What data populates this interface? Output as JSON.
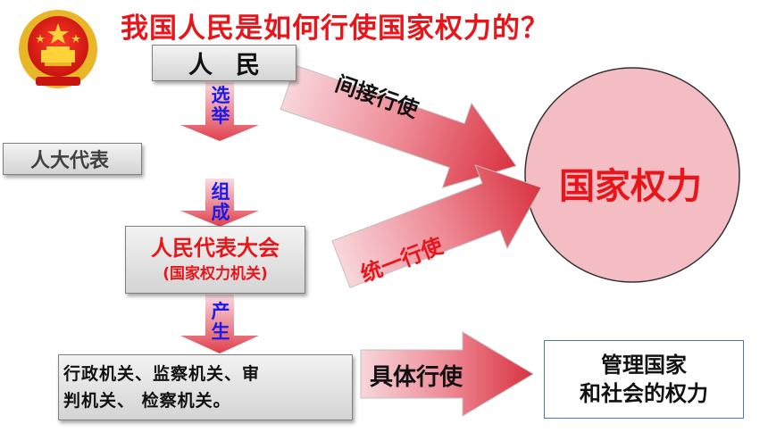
{
  "title": "我国人民是如何行使国家权力的？",
  "boxes": {
    "people": "人民",
    "deputies": "人大代表",
    "congress_line1": "人民代表大会",
    "congress_line2": "(国家权力机关)",
    "organs_line1": "行政机关、监察机关、审",
    "organs_line2": "判机关、 检察机关。",
    "manage_line1": "管理国家",
    "manage_line2": "和社会的权力"
  },
  "circle": {
    "label": "国家权力"
  },
  "down_arrows": [
    {
      "label_line1": "选",
      "label_line2": "举"
    },
    {
      "label_line1": "组",
      "label_line2": "成"
    },
    {
      "label_line1": "产",
      "label_line2": "生"
    }
  ],
  "side_arrows": {
    "indirect": "间接行使",
    "unified": "统一行使",
    "concrete": "具体行使"
  },
  "colors": {
    "accent_red": "#e8161b",
    "blue_label": "#1a1aee",
    "circle_fill": "#f4bcc3"
  },
  "icons": {
    "emblem": "national-emblem-icon"
  }
}
